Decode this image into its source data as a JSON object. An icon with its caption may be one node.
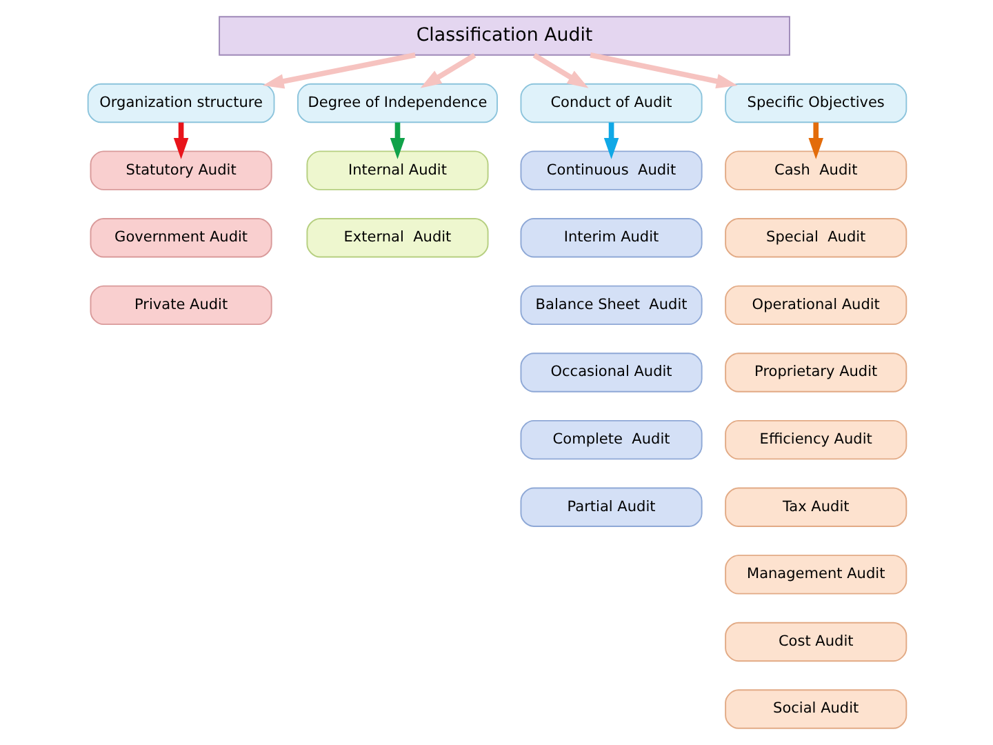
{
  "diagram": {
    "nodes": [
      {
        "text": [
          "Classification Audit"
        ]
      },
      {
        "text": [
          "Organization structure"
        ]
      },
      {
        "text": [
          "Degree of Independence"
        ]
      },
      {
        "text": [
          "Conduct of Audit"
        ]
      },
      {
        "text": [
          "Specific Objectives"
        ]
      },
      {
        "text": [
          "Statutory Audit"
        ]
      },
      {
        "text": [
          "Government Audit"
        ]
      },
      {
        "text": [
          "Private Audit"
        ]
      },
      {
        "text": [
          "Internal Audit"
        ]
      },
      {
        "text": [
          "External  Audit"
        ]
      },
      {
        "text": [
          "Continuous  Audit"
        ]
      },
      {
        "text": [
          "Interim Audit"
        ]
      },
      {
        "text": [
          "Balance Sheet  Audit"
        ]
      },
      {
        "text": [
          "Occasional Audit"
        ]
      },
      {
        "text": [
          "Complete  Audit"
        ]
      },
      {
        "text": [
          "Partial Audit"
        ]
      },
      {
        "text": [
          "Cash  Audit"
        ]
      },
      {
        "text": [
          "Special  Audit"
        ]
      },
      {
        "text": [
          "Operational Audit"
        ]
      },
      {
        "text": [
          "Proprietary Audit"
        ]
      },
      {
        "text": [
          "Efficiency Audit"
        ]
      },
      {
        "text": [
          "Tax Audit"
        ]
      },
      {
        "text": [
          "Management Audit"
        ]
      },
      {
        "text": [
          "Cost Audit"
        ]
      },
      {
        "text": [
          "Social Audit"
        ]
      }
    ],
    "edges": [
      {
        "from": 0,
        "to": 1,
        "arrow": "to",
        "color": "#f6c3c0"
      },
      {
        "from": 0,
        "to": 2,
        "arrow": "to",
        "color": "#f6c3c0"
      },
      {
        "from": 0,
        "to": 3,
        "arrow": "to",
        "color": "#f6c3c0"
      },
      {
        "from": 0,
        "to": 4,
        "arrow": "to",
        "color": "#f6c3c0"
      },
      {
        "from": 1,
        "to": 5,
        "arrow": "to",
        "color": "#e8141b"
      },
      {
        "from": 2,
        "to": 8,
        "arrow": "to",
        "color": "#10a24a"
      },
      {
        "from": 3,
        "to": 10,
        "arrow": "to",
        "color": "#10a8e6"
      },
      {
        "from": 4,
        "to": 16,
        "arrow": "to",
        "color": "#e36c0a"
      }
    ]
  }
}
